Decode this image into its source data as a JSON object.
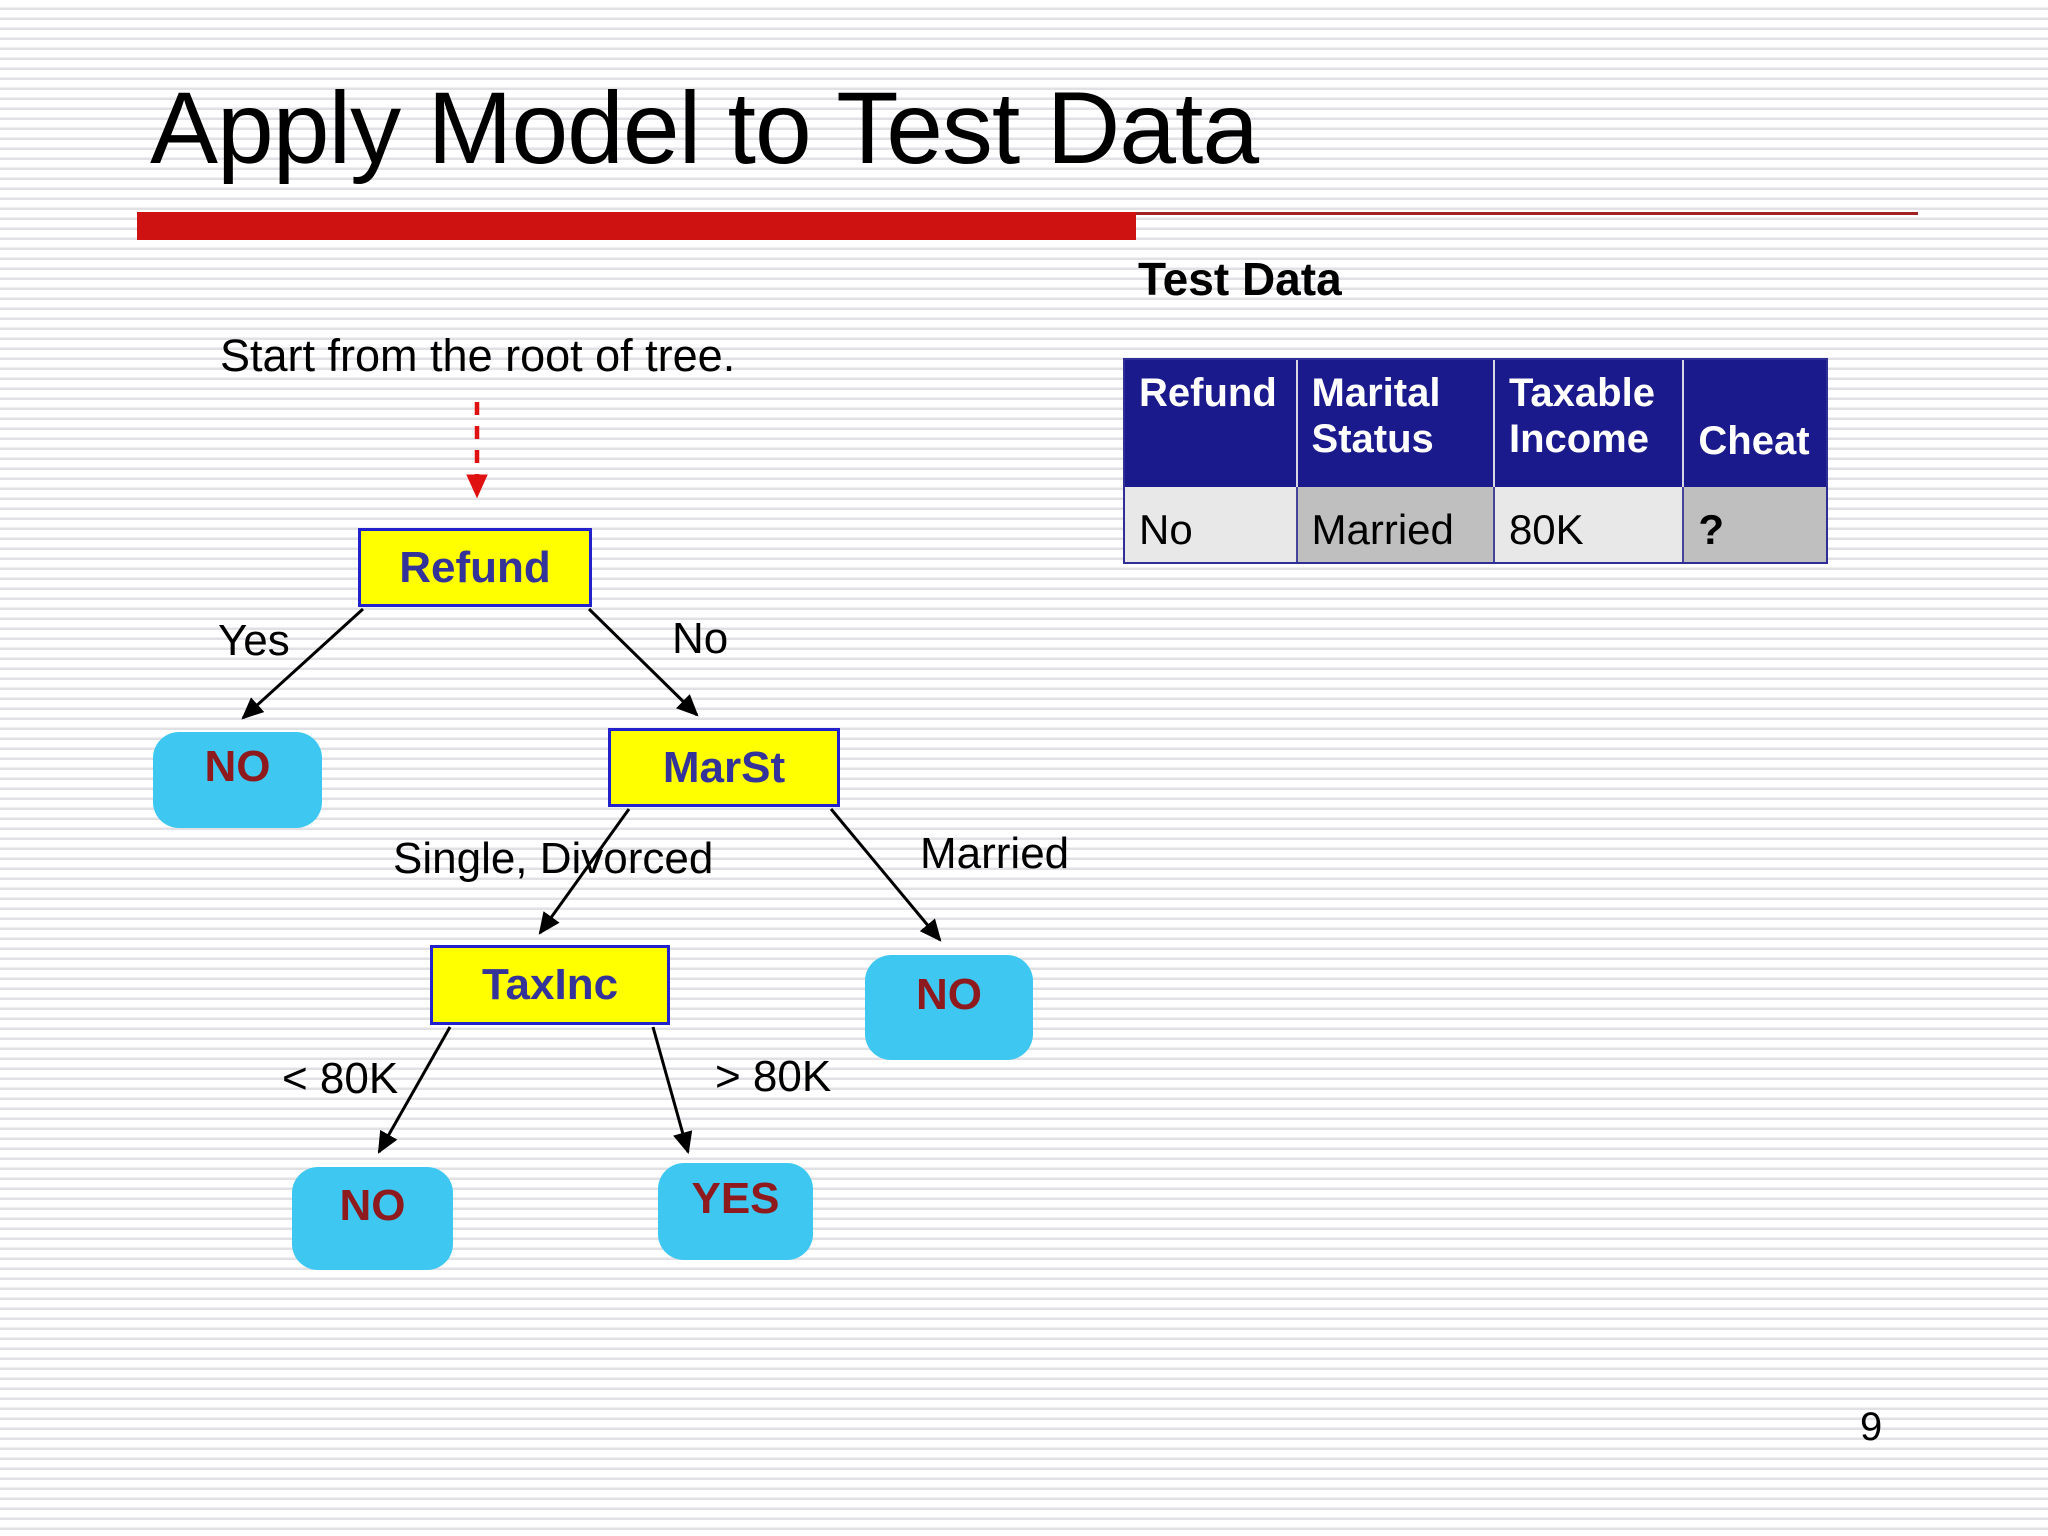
{
  "slide": {
    "title": "Apply Model to Test Data",
    "instruction": "Start from the root of tree.",
    "page_number": "9"
  },
  "test_data": {
    "heading": "Test Data",
    "columns": [
      "Refund",
      "Marital Status",
      "Taxable Income",
      "Cheat"
    ],
    "row": [
      "No",
      "Married",
      "80K",
      "?"
    ]
  },
  "tree": {
    "nodes": {
      "refund": "Refund",
      "marst": "MarSt",
      "taxinc": "TaxInc"
    },
    "leaves": {
      "refund_yes": "NO",
      "married": "NO",
      "lt80k": "NO",
      "gt80k": "YES"
    },
    "edges": {
      "yes": "Yes",
      "no": "No",
      "single_divorced": "Single, Divorced",
      "married": "Married",
      "lt80k": "< 80K",
      "gt80k": "> 80K"
    }
  },
  "colors": {
    "accent_bar_red": "#ce1111",
    "thin_rule_red": "#a02222",
    "table_header_navy": "#1a1a8c",
    "node_fill_yellow": "#ffff00",
    "node_border_blue": "#2222cc",
    "node_text_navy": "#333399",
    "leaf_fill_cyan": "#3ec7f0",
    "leaf_text_dark_red": "#8e1a1e",
    "cell_light_gray": "#e8e8e8",
    "cell_dark_gray": "#bfbfbf"
  }
}
